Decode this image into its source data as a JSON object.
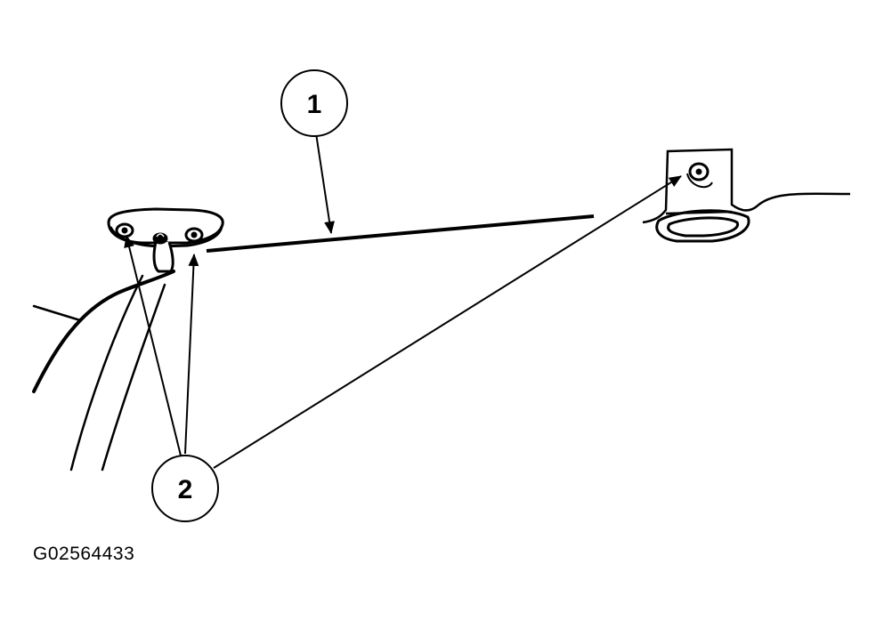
{
  "callouts": {
    "c1": "1",
    "c2": "2"
  },
  "figure_id": "G02564433",
  "colors": {
    "ink": "#000000",
    "paper": "#ffffff"
  }
}
